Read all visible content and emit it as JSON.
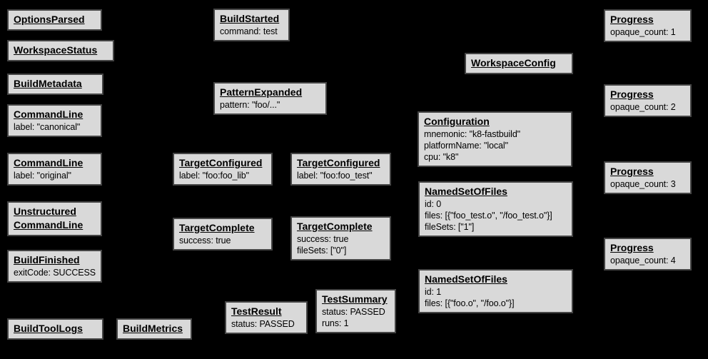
{
  "colors": {
    "background": "#000000",
    "box_fill": "#d9d9d9",
    "box_border": "#454545",
    "text": "#000000"
  },
  "boxes": [
    {
      "title": "OptionsParsed",
      "lines": []
    },
    {
      "title": "WorkspaceStatus",
      "lines": []
    },
    {
      "title": "BuildMetadata",
      "lines": []
    },
    {
      "title": "CommandLine",
      "lines": [
        "label: \"canonical\""
      ]
    },
    {
      "title": "CommandLine",
      "lines": [
        "label: \"original\""
      ]
    },
    {
      "title": "Unstructured\nCommandLine",
      "lines": []
    },
    {
      "title": "BuildFinished",
      "lines": [
        "exitCode: SUCCESS"
      ]
    },
    {
      "title": "BuildToolLogs",
      "lines": []
    },
    {
      "title": "BuildMetrics",
      "lines": []
    },
    {
      "title": "BuildStarted",
      "lines": [
        "command: test"
      ]
    },
    {
      "title": "PatternExpanded",
      "lines": [
        "pattern: \"foo/...\""
      ]
    },
    {
      "title": "TargetConfigured",
      "lines": [
        "label: \"foo:foo_lib\""
      ]
    },
    {
      "title": "TargetConfigured",
      "lines": [
        "label: \"foo:foo_test\""
      ]
    },
    {
      "title": "TargetComplete",
      "lines": [
        "success: true"
      ]
    },
    {
      "title": "TargetComplete",
      "lines": [
        "success: true",
        "fileSets: [\"0\"]"
      ]
    },
    {
      "title": "TestResult",
      "lines": [
        "status: PASSED"
      ]
    },
    {
      "title": "TestSummary",
      "lines": [
        "status: PASSED",
        "runs: 1"
      ]
    },
    {
      "title": "WorkspaceConfig",
      "lines": []
    },
    {
      "title": "Configuration",
      "lines": [
        "mnemonic: \"k8-fastbuild\"",
        "platformName: \"local\"",
        "cpu: \"k8\""
      ]
    },
    {
      "title": "NamedSetOfFiles",
      "lines": [
        "id: 0",
        "files: [{\"foo_test.o\", \"/foo_test.o\"}]",
        "fileSets: [\"1\"]"
      ]
    },
    {
      "title": "NamedSetOfFiles",
      "lines": [
        "id: 1",
        "files: [{\"foo.o\", \"/foo.o\"}]"
      ]
    },
    {
      "title": "Progress",
      "lines": [
        "opaque_count: 1"
      ]
    },
    {
      "title": "Progress",
      "lines": [
        "opaque_count: 2"
      ]
    },
    {
      "title": "Progress",
      "lines": [
        "opaque_count: 3"
      ]
    },
    {
      "title": "Progress",
      "lines": [
        "opaque_count: 4"
      ]
    }
  ]
}
